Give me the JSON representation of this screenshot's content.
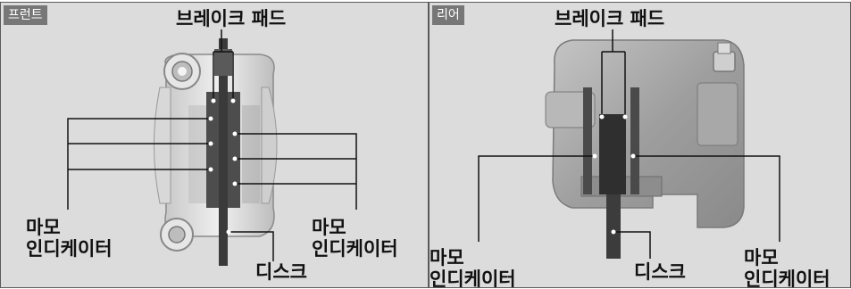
{
  "front": {
    "tag": "프런트",
    "pads_label": "브레이크 패드",
    "wear_left": [
      "마모",
      "인디케이터"
    ],
    "wear_right": [
      "마모",
      "인디케이터"
    ],
    "disc_label": "디스크"
  },
  "rear": {
    "tag": "리어",
    "pads_label": "브레이크 패드",
    "wear_left": [
      "마모",
      "인디케이터"
    ],
    "wear_right": [
      "마모",
      "인디케이터"
    ],
    "disc_label": "디스크"
  }
}
